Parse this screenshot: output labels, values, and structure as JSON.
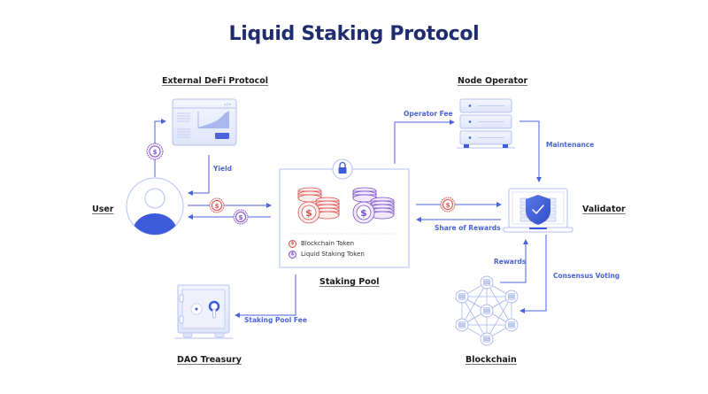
{
  "title": "Liquid Staking Protocol",
  "colors": {
    "title": "#1f2d6e",
    "line": "#4a63d9",
    "accent_blue": "#3b5bdb",
    "light_blue": "#c9d2f5",
    "blockchain_token": "#d9534f",
    "liquid_staking_token": "#7b4fc9"
  },
  "nodes": {
    "external_defi": {
      "label": "External DeFi Protocol",
      "icon": "dashboard-window-icon"
    },
    "node_operator": {
      "label": "Node Operator",
      "icon": "server-rack-icon"
    },
    "user": {
      "label": "User",
      "icon": "user-avatar-icon"
    },
    "staking_pool": {
      "label": "Staking Pool",
      "icon": "lock-icon"
    },
    "validator": {
      "label": "Validator",
      "icon": "laptop-shield-icon"
    },
    "dao_treasury": {
      "label": "DAO Treasury",
      "icon": "safe-vault-icon"
    },
    "blockchain": {
      "label": "Blockchain",
      "icon": "network-mesh-icon"
    }
  },
  "edges": {
    "yield": "Yield",
    "operator_fee": "Operator Fee",
    "maintenance": "Maintenance",
    "share_of_rewards": "Share of Rewards",
    "rewards": "Rewards",
    "consensus_voting": "Consensus Voting",
    "staking_pool_fee": "Staking Pool Fee"
  },
  "legend": [
    {
      "label": "Blockchain Token",
      "color": "#d9534f",
      "symbol": "$"
    },
    {
      "label": "Liquid Staking Token",
      "color": "#7b4fc9",
      "symbol": "$"
    }
  ],
  "coin_symbol": "$",
  "code_tag": "</>"
}
